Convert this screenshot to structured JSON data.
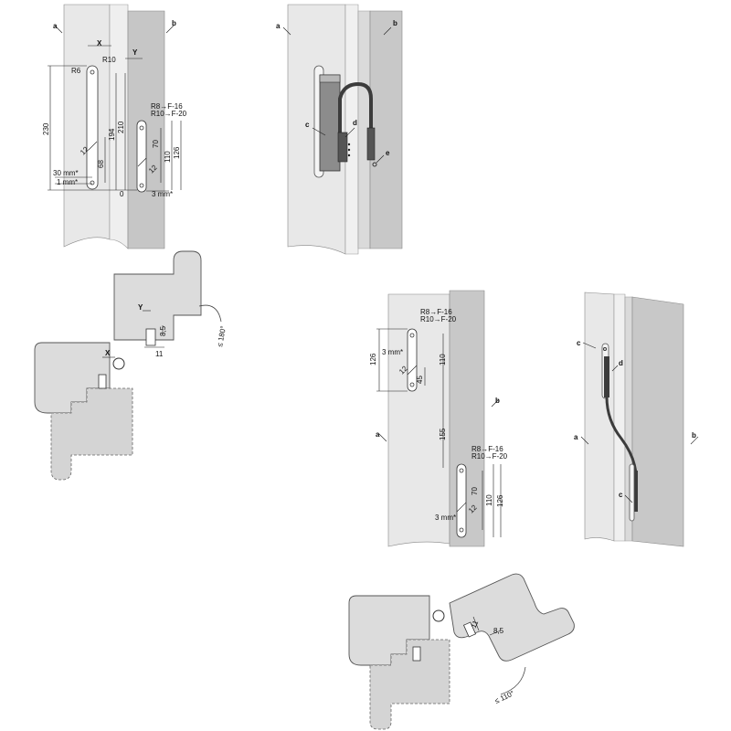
{
  "labels": {
    "a": "a",
    "b": "b",
    "c": "c",
    "d": "d",
    "e": "e"
  },
  "dims": {
    "x": "X",
    "y": "Y",
    "r6": "R6",
    "r10": "R10",
    "r8_f16": "R8→F-16",
    "r10_f20": "R10→F-20",
    "d12": "12",
    "d68": "68",
    "d194": "194",
    "d210": "210",
    "d230": "230",
    "d70": "70",
    "d110": "110",
    "d126": "126",
    "d155": "155",
    "d45": "45",
    "d0": "0",
    "d30mm": "30 mm*",
    "d1mm": "1 mm*",
    "d3mm": "3 mm*",
    "d8_5": "8,5",
    "d11": "11",
    "ang180": "≤ 180°",
    "ang110": "≤ 110°"
  },
  "colors": {
    "door_light": "#e8e8e8",
    "frame_dark": "#c4c4c4",
    "cable": "#3c3c3c",
    "hatch": "#d4d4d4"
  }
}
